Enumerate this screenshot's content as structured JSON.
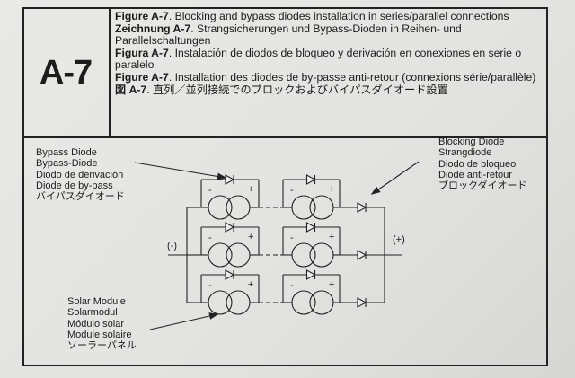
{
  "figure_id": "A-7",
  "captions": [
    {
      "prefix": "Figure A-7",
      "text": ". Blocking and bypass diodes installation in series/parallel connections"
    },
    {
      "prefix": "Zeichnung A-7",
      "text": ". Strangsicherungen und Bypass-Dioden in Reihen- und Parallelschaltungen"
    },
    {
      "prefix": "Figura A-7",
      "text": ". Instalación de diodos de bloqueo y derivación en conexiones en serie o paralelo"
    },
    {
      "prefix": "Figure A-7",
      "text": ". Installation des diodes de by-passe anti-retour (connexions série/parallèle)"
    },
    {
      "prefix": "図 A-7",
      "text": ". 直列／並列接続でのブロックおよびバイパスダイオード設置"
    }
  ],
  "labels": {
    "bypass_diode": [
      "Bypass Diode",
      "Bypass-Diode",
      "Diodo de derivación",
      "Diode de by-pass",
      "バイパスダイオード"
    ],
    "blocking_diode": [
      "Blocking Diode",
      "Strangdiode",
      "Diodo de bloqueo",
      "Diode anti-retour",
      "ブロックダイオード"
    ],
    "solar_module": [
      "Solar Module",
      "Solarmodul",
      "Módulo solar",
      "Module solaire",
      "ソーラーパネル"
    ]
  },
  "terminals": {
    "negative": "(-)",
    "positive": "(+)"
  },
  "polarity": {
    "minus": "-",
    "plus": "+"
  }
}
